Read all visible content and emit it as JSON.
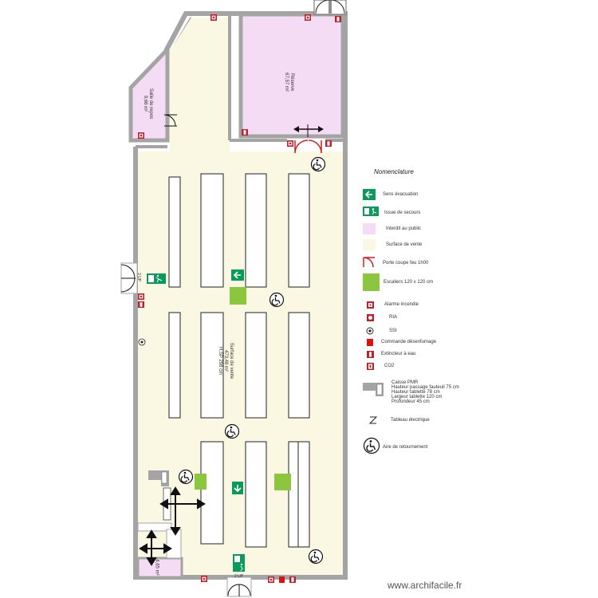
{
  "rooms": {
    "reserve": {
      "name": "Réserve",
      "area": "67,57 m²"
    },
    "salle_repos": {
      "name": "Salle de repos",
      "area": "9,66 m²"
    },
    "surface_vente": {
      "name": "Surface de vente",
      "area": "473,48 m²",
      "height": "H.SP 298 cm"
    },
    "bottom_room": {
      "area": "4,65 m²"
    }
  },
  "exits": {
    "left_up": "3 UP",
    "bottom_up": "2 UP"
  },
  "legend": {
    "title": "Nomenclature",
    "items": [
      {
        "label": "Sens évacuation",
        "icon": "evacuation-arrow-icon",
        "color": "#0a9a5a"
      },
      {
        "label": "Issue de secours",
        "icon": "emergency-exit-icon",
        "color": "#0a9a5a"
      },
      {
        "label": "Interdit au public",
        "icon": "restricted-swatch",
        "color": "#f4dcf4"
      },
      {
        "label": "Surface de vente",
        "icon": "sales-swatch",
        "color": "#faf8e2"
      },
      {
        "label": "Porte coupe feu 1h00",
        "icon": "fire-door-icon",
        "color": "#d02020"
      },
      {
        "label": "Escaliers 120 x 120 cm",
        "icon": "stairs-swatch",
        "color": "#8cc63e"
      },
      {
        "label": "Alarme incendie",
        "icon": "fire-alarm-icon",
        "color": "#c0202a"
      },
      {
        "label": "RIA",
        "icon": "ria-icon",
        "color": "#c0202a"
      },
      {
        "label": "SSI",
        "icon": "ssi-icon",
        "color": "#222222"
      },
      {
        "label": "Commande désenfumage",
        "icon": "smoke-control-icon",
        "color": "#e01010"
      },
      {
        "label": "Extincteur à eau",
        "icon": "water-extinguisher-icon",
        "color": "#c0202a"
      },
      {
        "label": "CO2",
        "icon": "co2-extinguisher-icon",
        "color": "#c0202a"
      }
    ],
    "pmr": {
      "lines": [
        "Caisse PMR",
        "Hauteur passage fauteuil 75 cm",
        "Hauteur tablette 78 cm",
        "Largeur tablette 120 cm",
        "Profondeur 45 cm"
      ],
      "icon": "pmr-counter-icon"
    },
    "electrical": {
      "label": "Tableau électrique",
      "icon": "electrical-panel-icon"
    },
    "turning": {
      "label": "Aire de retournement",
      "icon": "wheelchair-icon"
    }
  },
  "watermark": "www.archifacile.fr",
  "colors": {
    "wall": "#a4a4a4",
    "restricted": "#f4dcf4",
    "sales": "#faf8e2",
    "green": "#8cc63e",
    "exit_green": "#0a9a5a",
    "red": "#c0202a"
  }
}
